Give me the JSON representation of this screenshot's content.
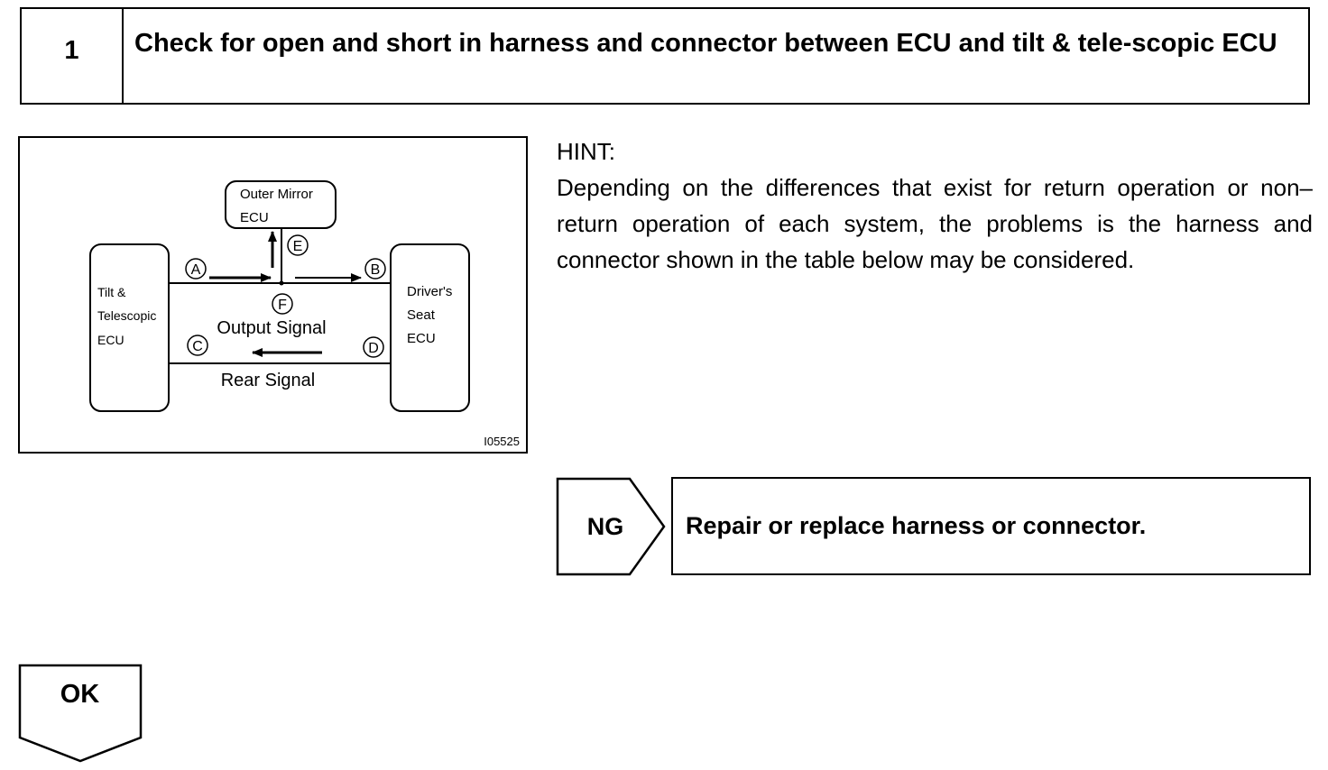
{
  "step": {
    "number": "1",
    "title": "Check for open and short in harness and connector between ECU and tilt & tele-scopic ECU"
  },
  "diagram": {
    "outer_mirror_line1": "Outer Mirror",
    "outer_mirror_line2": "ECU",
    "tilt_line1": "Tilt &",
    "tilt_line2": "Telescopic",
    "tilt_line3": "ECU",
    "drivers_line1": "Driver's",
    "drivers_line2": "Seat",
    "drivers_line3": "ECU",
    "output_signal": "Output Signal",
    "rear_signal": "Rear Signal",
    "marker_a": "A",
    "marker_b": "B",
    "marker_c": "C",
    "marker_d": "D",
    "marker_e": "E",
    "marker_f": "F",
    "figure_id": "I05525"
  },
  "hint": {
    "label": "HINT:",
    "text": "Depending on the differences that exist for return operation or non–return operation of each system, the problems is the harness and connector shown in the table below may be considered."
  },
  "ng": {
    "label": "NG",
    "action": "Repair or replace harness or connector."
  },
  "ok": {
    "label": "OK"
  }
}
